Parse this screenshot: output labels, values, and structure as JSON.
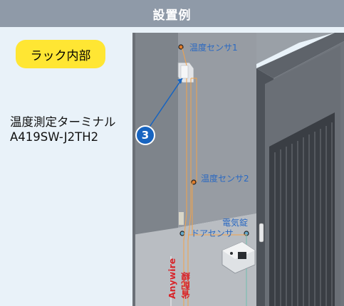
{
  "header": {
    "title": "設置例"
  },
  "badge": {
    "label": "ラック内部"
  },
  "terminal": {
    "name_line1": "温度測定ターミナル",
    "name_line2": "A419SW-J2TH2"
  },
  "step_marker": {
    "number": "3"
  },
  "sensors": {
    "temp1": "温度センサ1",
    "temp2": "温度センサ2",
    "lock": "電気錠",
    "door": "ドアセンサ"
  },
  "cables": {
    "anywire": "Anywire",
    "power_saving": "省配線"
  },
  "colors": {
    "title_bar": "#8f9aa8",
    "panel": "#e9f2f9",
    "badge": "#ffe633",
    "label_blue": "#2a69c2",
    "cable_red": "#d8262b",
    "marker_blue": "#1764c0"
  }
}
